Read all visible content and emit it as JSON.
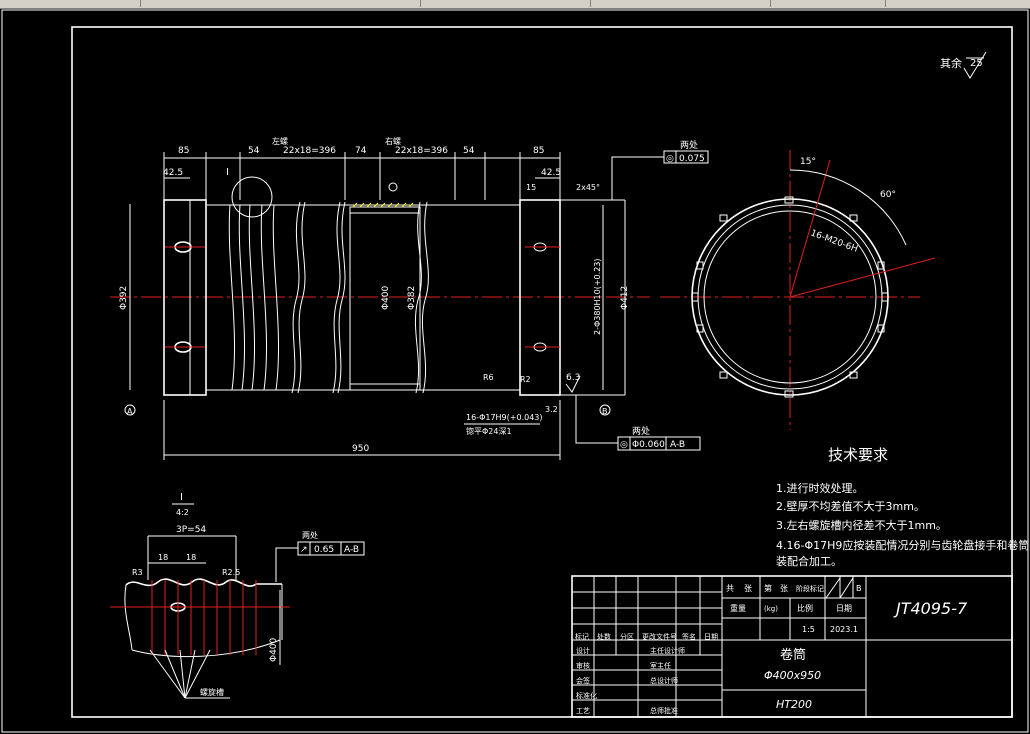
{
  "app": {
    "toolbar_segments": 6
  },
  "colors": {
    "background": "#000000",
    "line": "#ffffff",
    "center_line": "#e02020",
    "hatch": "#ffff00"
  },
  "corner_roughness": {
    "label": "其余",
    "value": "25"
  },
  "main_view": {
    "dims_top": [
      "85",
      "54",
      "22x18=396",
      "74",
      "22x18=396",
      "54",
      "85"
    ],
    "dim_425_left": "42.5",
    "dim_425_right": "42.5",
    "thread_left": "左螺",
    "thread_right": "右螺",
    "detail_marker": "I",
    "dim_phi392": "Φ392",
    "dim_phi400": "Φ400",
    "dim_phi382": "Φ382",
    "dim_phi412": "Φ412",
    "dim_phi380": "2-Φ380H10(+0.23)",
    "dim_15": "15",
    "dim_chamfer": "2x45°",
    "dim_r6": "R6",
    "dim_r2": "R2",
    "dim_16holes": "16-Φ17H9(+0.043)",
    "dim_counterbore": "锪平Φ24深1",
    "dim_63": "6.3",
    "dim_32": "3.2",
    "dim_total": "950",
    "datum_a": "A",
    "datum_b": "B",
    "tol_top": {
      "label": "两处",
      "symbol": "◎",
      "value": "0.075"
    },
    "tol_bottom": {
      "label": "两处",
      "symbol": "◎",
      "value": "Φ0.060",
      "datum": "A-B"
    }
  },
  "side_view": {
    "angle_15": "15°",
    "angle_60": "60°",
    "thread": "16-M20-6H"
  },
  "detail_view": {
    "title": "I",
    "scale": "4:2",
    "pitch": "3P=54",
    "dim_18a": "18",
    "dim_18b": "18",
    "dim_r3": "R3",
    "dim_r25": "R2.5",
    "tol": {
      "label": "两处",
      "symbol": "↗",
      "value": "0.65",
      "datum": "A-B"
    },
    "dim_phi400": "Φ400",
    "note": "螺旋槽"
  },
  "tech_req": {
    "title": "技术要求",
    "items": [
      "1.进行时效处理。",
      "2.壁厚不均差值不大于3mm。",
      "3.左右螺旋槽内径差不大于1mm。",
      "4.16-Φ17H9应按装配情况分别与齿轮盘接手和卷筒",
      "   装配合加工。"
    ]
  },
  "title_block": {
    "stage_labels": [
      "阶",
      "段",
      "标",
      "记"
    ],
    "col_mass": "重量",
    "unit_kg": "(kg)",
    "col_ratio": "比例",
    "col_date": "日期",
    "ratio": "1:5",
    "date": "2023.1",
    "sheet_total": "共",
    "sheet_no": "张",
    "sheet_idx": "第",
    "sheet_idx2": "张",
    "code": "JT4095-7",
    "part_name": "卷筒",
    "part_size": "Φ400x950",
    "material": "HT200",
    "rev_headers": [
      "标记",
      "处数",
      "分区",
      "更改文件号",
      "签名",
      "日期"
    ],
    "sign_rows": [
      "设计",
      "审核",
      "会签",
      "标准化",
      "工艺"
    ],
    "sign_labels": [
      "主任设计师",
      "室主任",
      "总设计师",
      "总师批准"
    ]
  }
}
